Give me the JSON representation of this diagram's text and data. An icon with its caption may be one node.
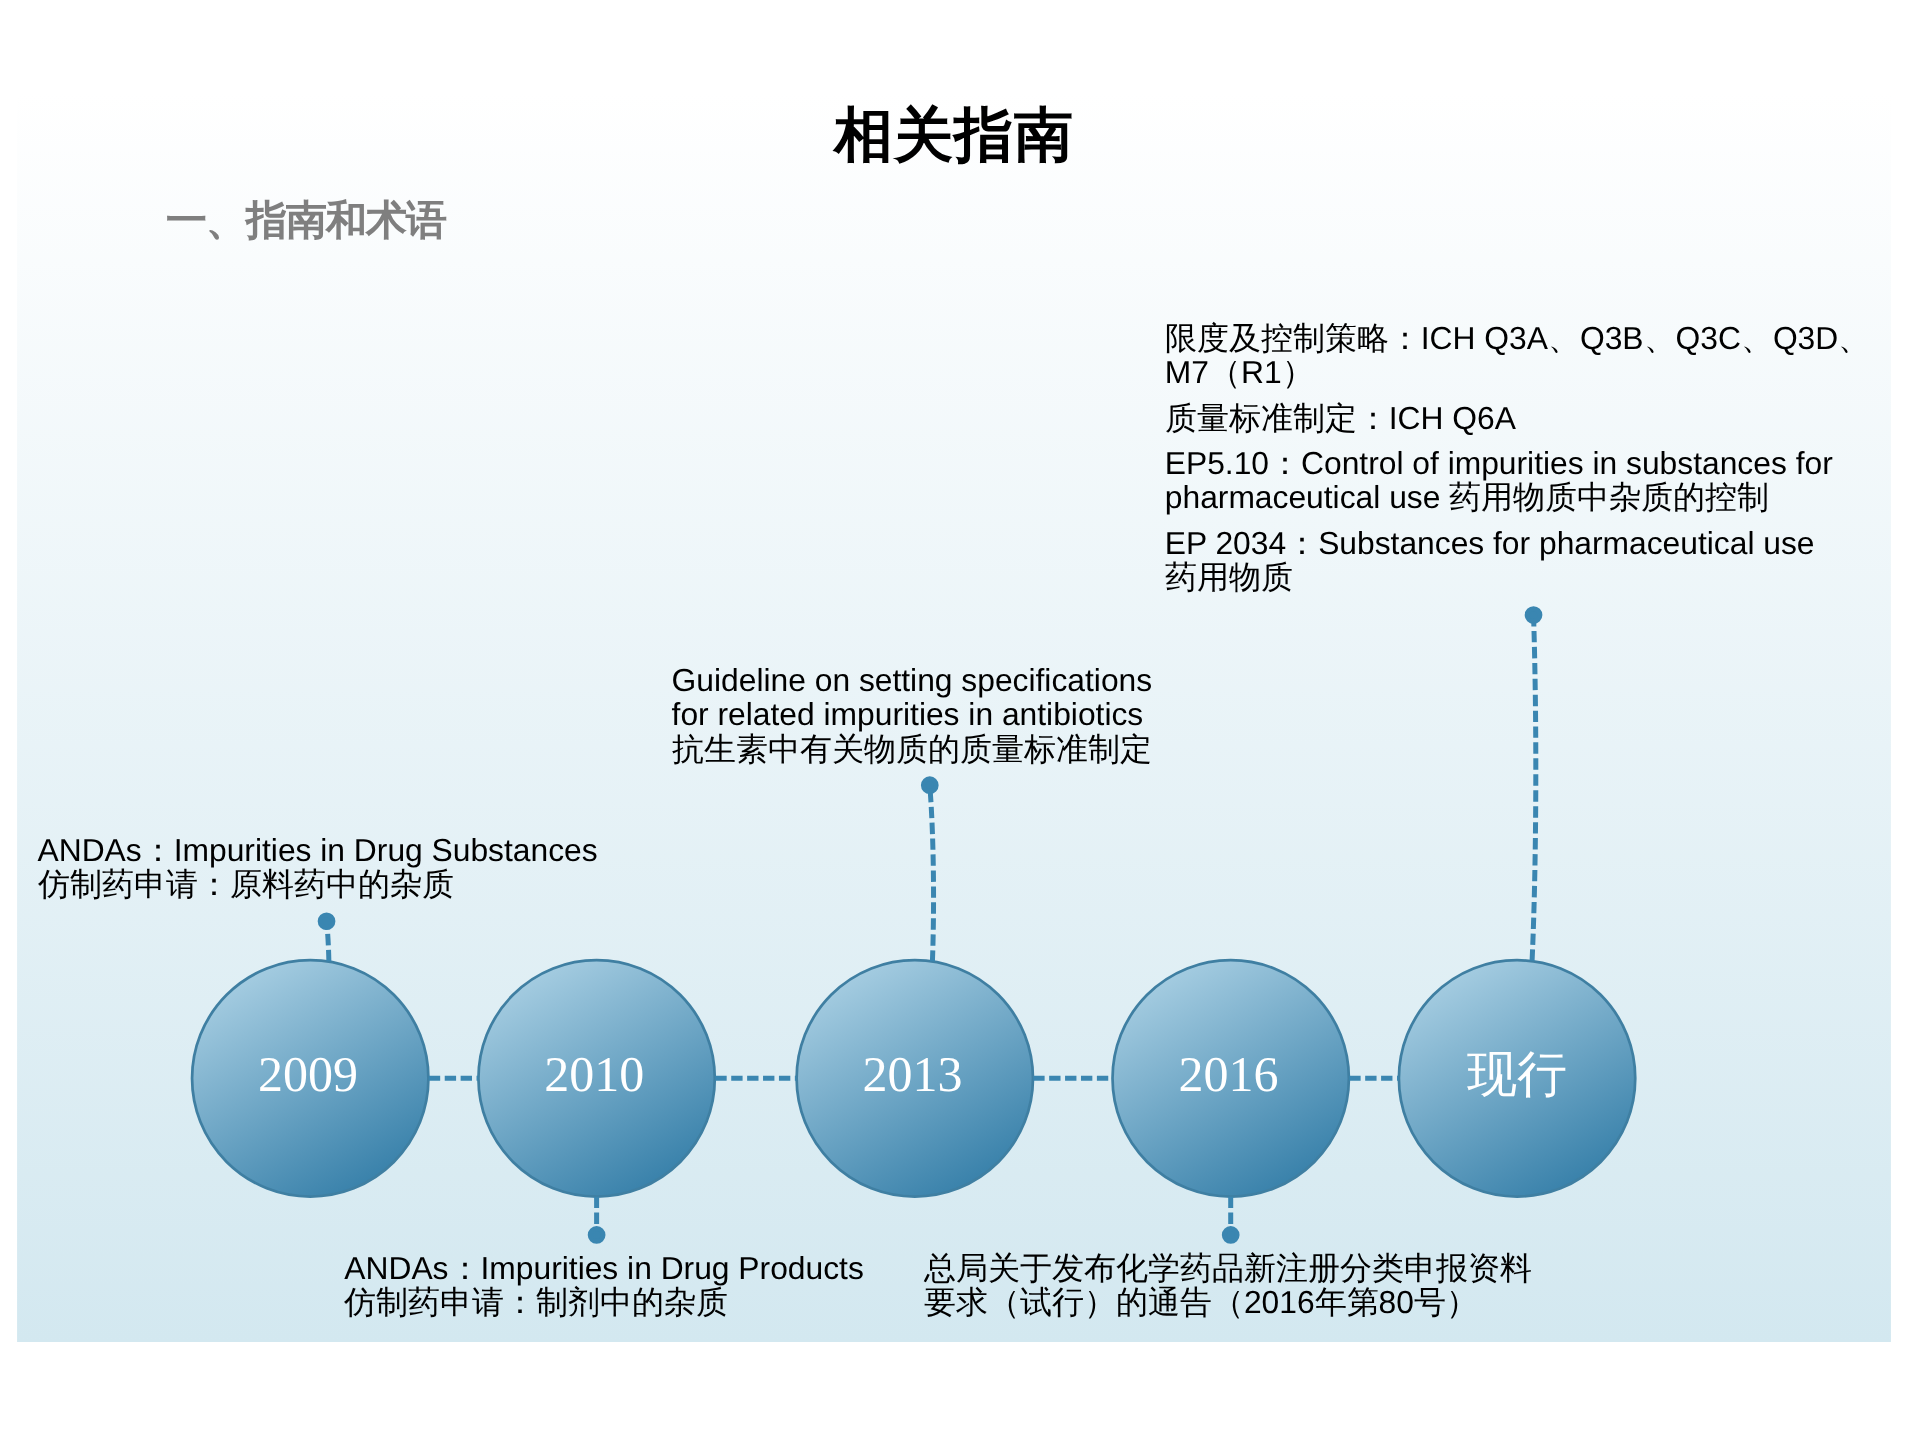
{
  "diagram": {
    "title": "相关指南",
    "nodes": [
      {
        "text": [
          "限度及控制策略：ICH Q3A、Q3B、Q3C、Q3D、M7（R1）",
          "质量标准制定：ICH Q6A",
          "EP5.10：Control of impurities in substances for pharmaceutical use 药用物质中杂质的控制",
          "EP 2034：Substances for pharmaceutical use 药用物质"
        ]
      },
      {
        "text": [
          "Guideline on setting specifications for related impurities in antibiotics 抗生素中有关物质的质量标准制定"
        ]
      },
      {
        "text": [
          "ANDAs：Impurities in Drug Substances 仿制药申请：原料药中的杂质"
        ]
      },
      {
        "text": [
          "2009"
        ]
      },
      {
        "text": [
          "2010"
        ]
      },
      {
        "text": [
          "2013"
        ]
      },
      {
        "text": [
          "2016"
        ]
      },
      {
        "text": [
          "现行"
        ]
      },
      {
        "text": [
          "ANDAs：Impurities in Drug Products 仿制药申请：制剂中的杂质"
        ]
      },
      {
        "text": [
          "总局关于发布化学药品新注册分类申报资料要求（试行）的通告（2016年第80号）"
        ]
      }
    ],
    "edges": [
      {
        "from": 3,
        "to": 4,
        "arrow": "none",
        "style": "dashed"
      },
      {
        "from": 4,
        "to": 5,
        "arrow": "none",
        "style": "dashed"
      },
      {
        "from": 5,
        "to": 6,
        "arrow": "none",
        "style": "dashed"
      },
      {
        "from": 6,
        "to": 7,
        "arrow": "none",
        "style": "dashed"
      },
      {
        "from": 3,
        "to": 2,
        "arrow": "other",
        "style": "dashed"
      },
      {
        "from": 4,
        "to": 8,
        "arrow": "other",
        "style": "dashed"
      },
      {
        "from": 5,
        "to": 1,
        "arrow": "other",
        "style": "dashed"
      },
      {
        "from": 6,
        "to": 9,
        "arrow": "other",
        "style": "dashed"
      },
      {
        "from": 7,
        "to": 0,
        "arrow": "other",
        "style": "dashed"
      }
    ],
    "labels": [
      "一、指南和术语"
    ]
  }
}
